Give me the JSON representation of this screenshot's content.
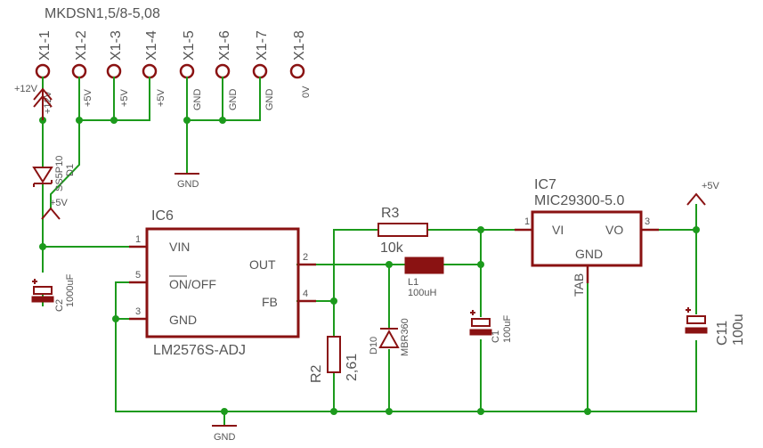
{
  "colors": {
    "wire": "#1c9a1c",
    "component": "#8a1212",
    "text": "#555555"
  },
  "connector": {
    "name": "MKDSN1,5/8-5,08",
    "pins": [
      "X1-1",
      "X1-2",
      "X1-3",
      "X1-4",
      "X1-5",
      "X1-6",
      "X1-7",
      "X1-8"
    ],
    "nets": [
      "+12V",
      "+5V",
      "+5V",
      "+5V",
      "GND",
      "GND",
      "GND",
      "0V"
    ]
  },
  "supplies": {
    "p12v": "+12V",
    "p5v_diode": "+5V",
    "p5v_out": "+5V",
    "gnd_top": "GND",
    "gnd_bottom": "GND"
  },
  "d1": {
    "value": "SS5P10",
    "name": "D1"
  },
  "c2": {
    "name": "C2",
    "value": "1000uF"
  },
  "ic6": {
    "name": "IC6",
    "part": "LM2576S-ADJ",
    "pins": {
      "vin": "VIN",
      "on_off": "ON/OFF",
      "gnd": "GND",
      "out": "OUT",
      "fb": "FB"
    },
    "pin_numbers": {
      "vin": "1",
      "on_off": "5",
      "gnd": "3",
      "out": "2",
      "fb": "4"
    }
  },
  "r3": {
    "name": "R3",
    "value": "10k"
  },
  "l1": {
    "name": "L1",
    "value": "100uH"
  },
  "d10": {
    "name": "D10",
    "value": "MBR360"
  },
  "r2": {
    "name": "R2",
    "value": "2,61"
  },
  "c1": {
    "name": "C1",
    "value": "100uF"
  },
  "ic7": {
    "name": "IC7",
    "part": "MIC29300-5.0",
    "pins": {
      "vi": "VI",
      "vo": "VO",
      "gnd": "GND",
      "tab": "TAB"
    },
    "pin_numbers": {
      "vi": "1",
      "vo": "3"
    }
  },
  "c11": {
    "name": "C11",
    "value": "100u"
  }
}
